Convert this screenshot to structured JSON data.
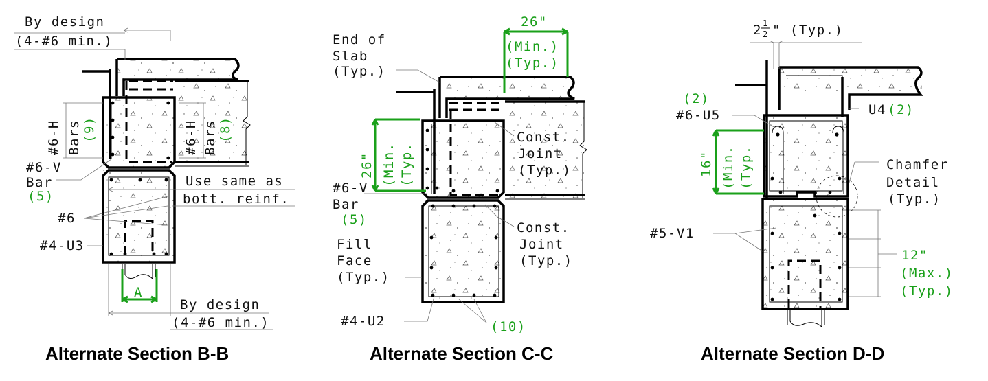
{
  "sections": [
    {
      "title": "Alternate Section B-B",
      "labels": {
        "by_design_top": "By design",
        "min_top": "(4-#6 min.)",
        "h_bars_left": "#6-H",
        "bars_left": "Bars",
        "count_left": "(9)",
        "h_bars_right": "#6-H",
        "bars_right": "Bars",
        "count_right": "(8)",
        "v_bar": "#6-V",
        "v_bar_word": "Bar",
        "v_count": "(5)",
        "use_same": "Use same as",
        "bott_reinf": "bott. reinf.",
        "no6": "#6",
        "u3": "#4-U3",
        "dim_a": "A",
        "by_design_bottom": "By design",
        "min_bottom": "(4-#6 min.)"
      }
    },
    {
      "title": "Alternate Section C-C",
      "labels": {
        "dim_26_top": "26\"",
        "min_top": "(Min.)",
        "typ_top": "(Typ.)",
        "end_of": "End of",
        "slab": "Slab",
        "typ_slab": "(Typ.)",
        "dim_26_left": "26\"",
        "min_left": "(Min.",
        "typ_left": "(Typ.",
        "const1": "Const.",
        "joint1": "Joint",
        "typ1": "(Typ.)",
        "v_bar": "#6-V",
        "v_bar_word": "Bar",
        "v_count": "(5)",
        "const2": "Const.",
        "joint2": "Joint",
        "typ2": "(Typ.)",
        "fill": "Fill",
        "face": "Face",
        "typ_fill": "(Typ.)",
        "u2": "#4-U2",
        "count10": "(10)"
      }
    },
    {
      "title": "Alternate Section D-D",
      "labels": {
        "dim_2half": "2",
        "half_num": "1",
        "half_den": "2",
        "typ_2half": "\" (Typ.)",
        "count2a": "(2)",
        "u5": "#6-U5",
        "u4": "U4",
        "count2b": "(2)",
        "dim_16": "16\"",
        "min16": "(Min.",
        "typ16": "(Typ.",
        "chamfer": "Chamfer",
        "detail": "Detail",
        "typ_chamfer": "(Typ.)",
        "v1": "#5-V1",
        "dim_12": "12\"",
        "max12": "(Max.)",
        "typ12": "(Typ.)"
      }
    }
  ],
  "colors": {
    "dimension": "#1aa01a",
    "line": "#000000",
    "background": "#ffffff"
  }
}
